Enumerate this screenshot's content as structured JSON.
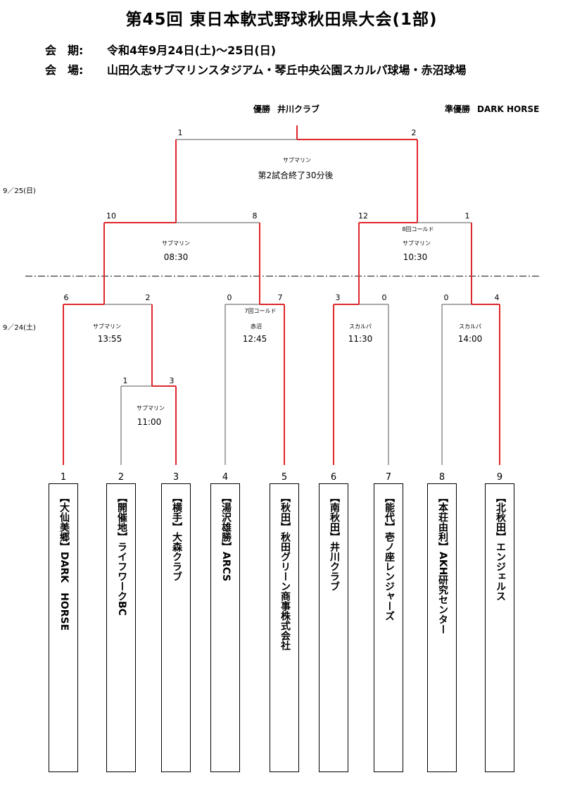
{
  "header": {
    "title": "第45回 東日本軟式野球秋田県大会(1部)",
    "period_label": "会　期:",
    "period_value": "令和4年9月24日(土)～25日(日)",
    "venue_label": "会　場:",
    "venue_value": "山田久志サブマリンスタジアム・琴丘中央公園スカルパ球場・赤沼球場"
  },
  "results": {
    "winner_label": "優勝",
    "winner": "井川クラブ",
    "runner_up_label": "準優勝",
    "runner_up": "DARK HORSE"
  },
  "days": {
    "day2": "9／25(日)",
    "day1": "9／24(土)"
  },
  "colors": {
    "win_line": "#e0262b",
    "lose_line": "#555555",
    "border": "#000000"
  },
  "teams": [
    {
      "seed": "1",
      "name": "【大仙美郷】DARK　HORSE"
    },
    {
      "seed": "2",
      "name": "【開催地】ライフワークBC"
    },
    {
      "seed": "3",
      "name": "【横手】大森クラブ"
    },
    {
      "seed": "4",
      "name": "【湯沢雄勝】ARCS"
    },
    {
      "seed": "5",
      "name": "【秋田】秋田グリーン商事株式会社"
    },
    {
      "seed": "6",
      "name": "【南秋田】井川クラブ"
    },
    {
      "seed": "7",
      "name": "【能代】壱ノ座レンジャーズ"
    },
    {
      "seed": "8",
      "name": "【本荘由利】AKH研究センター"
    },
    {
      "seed": "9",
      "name": "【北秋田】エンジェルス"
    }
  ],
  "matches": {
    "m0": {
      "left_score": "1",
      "right_score": "3",
      "venue": "サブマリン",
      "time": "11:00",
      "note": ""
    },
    "m1": {
      "left_score": "6",
      "right_score": "2",
      "venue": "サブマリン",
      "time": "13:55",
      "note": ""
    },
    "m2": {
      "left_score": "0",
      "right_score": "7",
      "venue": "赤沼",
      "time": "12:45",
      "note": "7回コールド"
    },
    "m3": {
      "left_score": "3",
      "right_score": "0",
      "venue": "スカルパ",
      "time": "11:30",
      "note": ""
    },
    "m4": {
      "left_score": "0",
      "right_score": "4",
      "venue": "スカルパ",
      "time": "14:00",
      "note": ""
    },
    "m5": {
      "left_score": "10",
      "right_score": "8",
      "venue": "サブマリン",
      "time": "08:30",
      "note": ""
    },
    "m6": {
      "left_score": "12",
      "right_score": "1",
      "venue": "サブマリン",
      "time": "10:30",
      "note": "8回コールド"
    },
    "m7": {
      "left_score": "1",
      "right_score": "2",
      "venue": "サブマリン",
      "time": "第2試合終了30分後",
      "note": ""
    }
  }
}
